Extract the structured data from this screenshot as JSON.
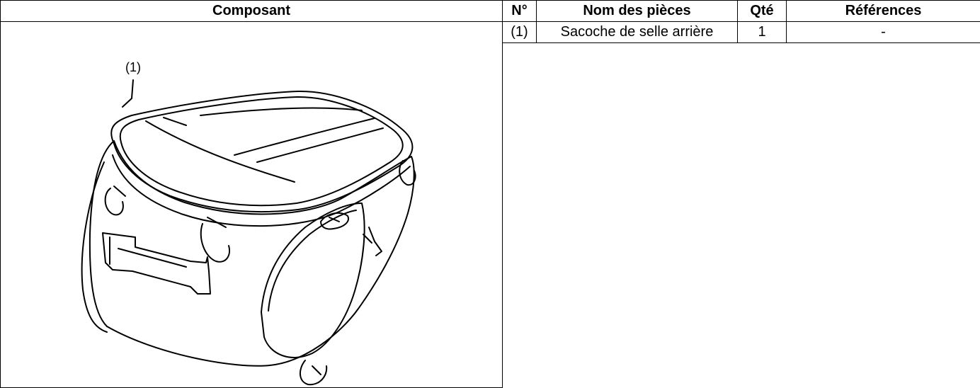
{
  "table": {
    "headers": {
      "component": "Composant",
      "number": "N°",
      "part_name": "Nom des pièces",
      "quantity": "Qté",
      "references": "Références"
    },
    "rows": [
      {
        "number": "(1)",
        "part_name": "Sacoche de selle arrière",
        "quantity": "1",
        "reference": "-"
      }
    ]
  },
  "illustration": {
    "callout_label": "(1)",
    "subject_icon": "rear-seat-bag-illustration"
  }
}
